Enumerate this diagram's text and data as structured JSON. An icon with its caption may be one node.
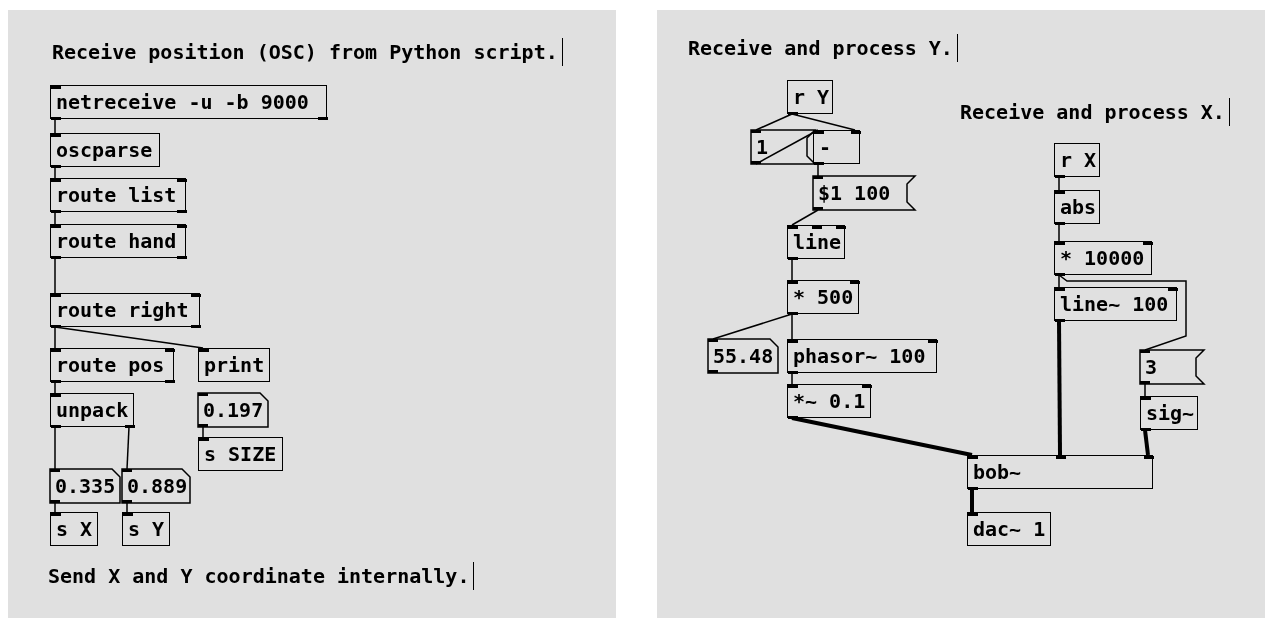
{
  "diagram": {
    "nodes": [
      {
        "text": [
          "netreceive -u -b 9000"
        ]
      },
      {
        "text": [
          "oscparse"
        ]
      },
      {
        "text": [
          "route list"
        ]
      },
      {
        "text": [
          "route hand"
        ]
      },
      {
        "text": [
          "route right"
        ]
      },
      {
        "text": [
          "route pos"
        ]
      },
      {
        "text": [
          "print"
        ]
      },
      {
        "text": [
          "unpack"
        ]
      },
      {
        "text": [
          "0.197"
        ]
      },
      {
        "text": [
          "s SIZE"
        ]
      },
      {
        "text": [
          "0.335"
        ]
      },
      {
        "text": [
          "0.889"
        ]
      },
      {
        "text": [
          "s X"
        ]
      },
      {
        "text": [
          "s Y"
        ]
      },
      {
        "text": [
          "r Y"
        ]
      },
      {
        "text": [
          "1"
        ]
      },
      {
        "text": [
          "-"
        ]
      },
      {
        "text": [
          "$1 100"
        ]
      },
      {
        "text": [
          "line"
        ]
      },
      {
        "text": [
          "* 500"
        ]
      },
      {
        "text": [
          "55.48"
        ]
      },
      {
        "text": [
          "phasor~ 100"
        ]
      },
      {
        "text": [
          "*~ 0.1"
        ]
      },
      {
        "text": [
          "r X"
        ]
      },
      {
        "text": [
          "abs"
        ]
      },
      {
        "text": [
          "* 10000"
        ]
      },
      {
        "text": [
          "line~ 100"
        ]
      },
      {
        "text": [
          "3"
        ]
      },
      {
        "text": [
          "sig~"
        ]
      },
      {
        "text": [
          "bob~"
        ]
      },
      {
        "text": [
          "dac~ 1"
        ]
      }
    ],
    "edges": [
      {
        "from": 0,
        "to": 1,
        "arrow": "none"
      },
      {
        "from": 1,
        "to": 2,
        "arrow": "none"
      },
      {
        "from": 2,
        "to": 3,
        "arrow": "none"
      },
      {
        "from": 3,
        "to": 4,
        "arrow": "none"
      },
      {
        "from": 4,
        "to": 5,
        "arrow": "none"
      },
      {
        "from": 4,
        "to": 6,
        "arrow": "none"
      },
      {
        "from": 5,
        "to": 7,
        "arrow": "none"
      },
      {
        "from": 7,
        "to": 10,
        "arrow": "none"
      },
      {
        "from": 7,
        "to": 11,
        "arrow": "none"
      },
      {
        "from": 8,
        "to": 9,
        "arrow": "none"
      },
      {
        "from": 10,
        "to": 12,
        "arrow": "none"
      },
      {
        "from": 11,
        "to": 13,
        "arrow": "none"
      },
      {
        "from": 14,
        "to": 15,
        "arrow": "none"
      },
      {
        "from": 14,
        "to": 16,
        "arrow": "none"
      },
      {
        "from": 15,
        "to": 16,
        "arrow": "none"
      },
      {
        "from": 16,
        "to": 17,
        "arrow": "none"
      },
      {
        "from": 17,
        "to": 18,
        "arrow": "none"
      },
      {
        "from": 18,
        "to": 19,
        "arrow": "none"
      },
      {
        "from": 19,
        "to": 20,
        "arrow": "none"
      },
      {
        "from": 19,
        "to": 21,
        "arrow": "none"
      },
      {
        "from": 21,
        "to": 22,
        "arrow": "none"
      },
      {
        "from": 22,
        "to": 29,
        "arrow": "none",
        "style": "thick"
      },
      {
        "from": 23,
        "to": 24,
        "arrow": "none"
      },
      {
        "from": 24,
        "to": 25,
        "arrow": "none"
      },
      {
        "from": 25,
        "to": 26,
        "arrow": "none"
      },
      {
        "from": 25,
        "to": 27,
        "arrow": "none"
      },
      {
        "from": 26,
        "to": 29,
        "arrow": "none",
        "style": "thick"
      },
      {
        "from": 27,
        "to": 28,
        "arrow": "none"
      },
      {
        "from": 28,
        "to": 29,
        "arrow": "none",
        "style": "thick"
      },
      {
        "from": 29,
        "to": 30,
        "arrow": "none",
        "style": "thick"
      }
    ],
    "labels": [
      "Receive position (OSC) from Python script.",
      "Send X and Y coordinate internally.",
      "Receive and process Y.",
      "Receive and process X."
    ]
  }
}
